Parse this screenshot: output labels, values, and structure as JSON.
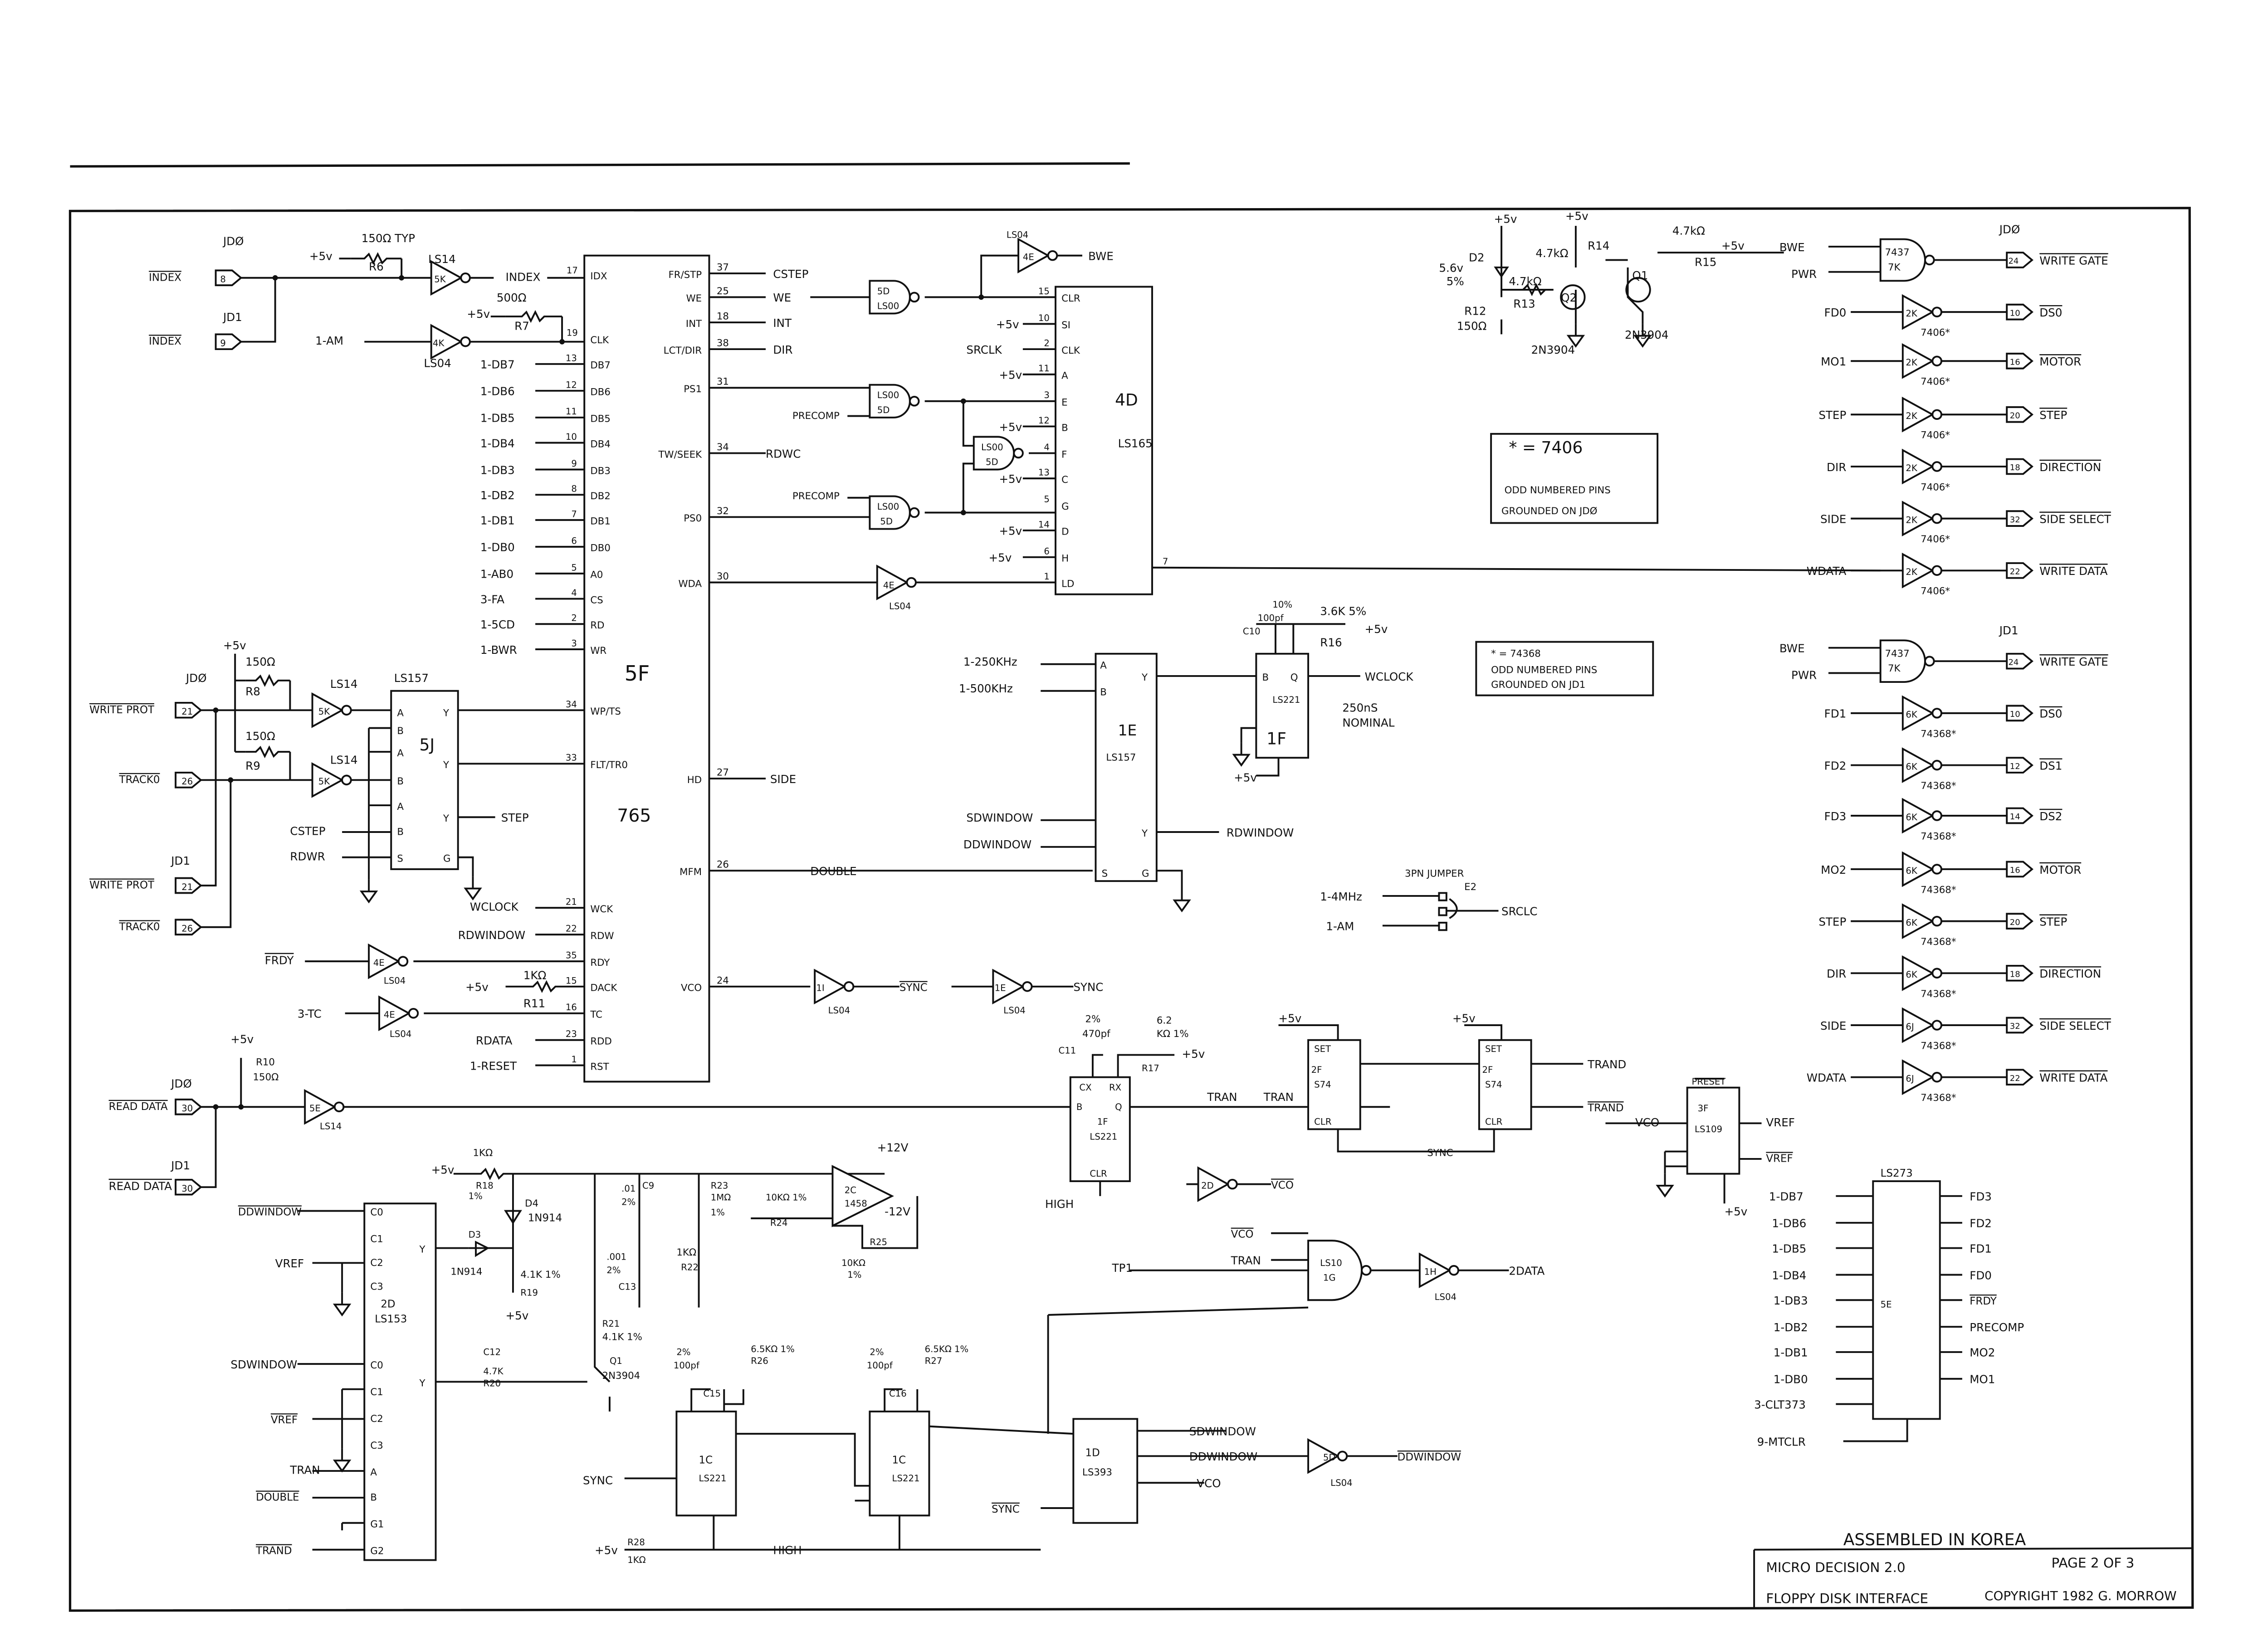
{
  "title_block": {
    "assembled": "ASSEMBLED IN KOREA",
    "product": "MICRO DECISION 2.0",
    "page": "PAGE 2 OF 3",
    "subtitle": "FLOPPY DISK INTERFACE",
    "copyright": "COPYRIGHT 1982 G. MORROW"
  },
  "labels": {
    "index_section": [
      "JDØ",
      "INDEX",
      "8",
      "JD1",
      "INDEX",
      "9",
      "+5v",
      "150Ω TYP",
      "R6",
      "LS14",
      "5K",
      "INDEX",
      "17",
      "1-AM",
      "4K",
      "LS04",
      "+5v",
      "500Ω",
      "R7",
      "19"
    ],
    "cpu_signals": [
      "1-DB7",
      "1-DB6",
      "1-DB5",
      "1-DB4",
      "1-DB3",
      "1-DB2",
      "1-DB1",
      "1-DB0",
      "1-AB0",
      "3-FA",
      "1-5CD",
      "1-BWR"
    ],
    "cpu_pins": [
      "13",
      "12",
      "11",
      "10",
      "9",
      "8",
      "7",
      "6",
      "5",
      "4",
      "2",
      "3"
    ],
    "fdc_pin_names_left": [
      "IDX",
      "CLK",
      "DB7",
      "DB6",
      "DB5",
      "DB4",
      "DB3",
      "DB2",
      "DB1",
      "DB0",
      "A0",
      "CS",
      "RD",
      "WR",
      "WP/TS",
      "FLT/TR0",
      "WCK",
      "RDW",
      "RDY",
      "DACK",
      "TC",
      "RDD",
      "RST"
    ],
    "fdc_pin_names_right": [
      "FR/STP",
      "WE",
      "INT",
      "LCT/DIR",
      "PS1",
      "TW/SEEK",
      "PS0",
      "WDA",
      "HD",
      "MFM",
      "VCO"
    ],
    "fdc_pins_right": [
      "37",
      "25",
      "18",
      "38",
      "31",
      "34",
      "32",
      "30",
      "27",
      "26",
      "24"
    ],
    "fdc_right_signals": [
      "CSTEP",
      "WE",
      "INT",
      "DIR",
      "RDWC",
      "SIDE",
      "DOUBLE"
    ],
    "fdc_lower_pins": [
      "34",
      "33",
      "21",
      "22",
      "35",
      "15",
      "16",
      "23",
      "1"
    ],
    "fdc_lower_signals": [
      "WCLOCK",
      "RDWINDOW",
      "FRDY",
      "+5v",
      "1KΩ",
      "R11",
      "3-TC",
      "RDATA",
      "1-RESET",
      "4E",
      "LS04",
      "4E",
      "LS04"
    ],
    "fdc_chip": [
      "5F",
      "765"
    ],
    "write_prot_section": [
      "+5v",
      "150Ω",
      "R8",
      "150Ω",
      "R9",
      "JDØ",
      "WRITE PROT",
      "21",
      "LS14",
      "5K",
      "TRACK0",
      "26",
      "LS14",
      "5K",
      "JD1",
      "WRITE PROT",
      "21",
      "TRACK0",
      "26",
      "LS157",
      "5J",
      "CSTEP",
      "RDWR",
      "STEP"
    ],
    "mux_5j_pins": [
      "A",
      "B",
      "A",
      "B",
      "A",
      "B",
      "S",
      "Y",
      "Y",
      "Y",
      "G"
    ],
    "shift_4d_pins": [
      "CLR",
      "SI",
      "CLK",
      "A",
      "E",
      "B",
      "F",
      "C",
      "G",
      "D",
      "H",
      "LD"
    ],
    "shift_4d_pin_numbers": [
      "15",
      "10",
      "2",
      "11",
      "3",
      "12",
      "4",
      "13",
      "5",
      "14",
      "6",
      "1"
    ],
    "shift_4d_inputs": [
      "+5v",
      "SRCLK",
      "+5v",
      "+5v",
      "+5v",
      "+5v",
      "+5v"
    ],
    "shift_4d_chip": [
      "4D",
      "LS165",
      "7"
    ],
    "precomp_gates": [
      "5D",
      "LS00",
      "LS04",
      "4E",
      "BWE",
      "LS00",
      "5D",
      "PRECOMP",
      "LS00",
      "5D",
      "PRECOMP",
      "LS00",
      "5D",
      "4E",
      "LS04"
    ],
    "clock_section": [
      "1-250KHz",
      "1-500KHz",
      "A",
      "B",
      "Y",
      "1E",
      "LS157",
      "SDWINDOW",
      "DDWINDOW",
      "Y",
      "S",
      "G",
      "RDWINDOW",
      "10%",
      "100pf",
      "C10",
      "3.6K 5%",
      "R16",
      "+5v",
      "B",
      "Q",
      "LS221",
      "1F",
      "WCLOCK",
      "250nS",
      "NOMINAL",
      "+5v"
    ],
    "jumper": [
      "3PN JUMPER",
      "E2",
      "1-4MHz",
      "1-AM",
      "SRCLC"
    ],
    "notes": [
      "* = 7406",
      "ODD NUMBERED PINS",
      "GROUNDED ON JDØ",
      "* = 74368",
      "ODD NUMBERED PINS",
      "GROUNDED ON JD1"
    ],
    "transistor_section": [
      "+5v",
      "D2",
      "5.6v",
      "5%",
      "R12",
      "150Ω",
      "4.7kΩ",
      "R13",
      "Q2",
      "2N3904",
      "+5v",
      "4.7kΩ",
      "R14",
      "Q1",
      "2N3904",
      "4.7kΩ",
      "+5v",
      "R15"
    ],
    "read_data": [
      "+5v",
      "R10",
      "150Ω",
      "JDØ",
      "READ DATA",
      "30",
      "5E",
      "LS14",
      "JD1",
      "READ DATA",
      "30"
    ],
    "one_shot_1f": [
      "2%",
      "470pf",
      "C11",
      "6.2",
      "KΩ 1%",
      "R17",
      "+5v",
      "CX",
      "RX",
      "B",
      "Q",
      "1F",
      "LS221",
      "CLR",
      "TRAN",
      "HIGH"
    ],
    "flipflops": [
      "+5v",
      "SET",
      "2F",
      "S74",
      "CLR",
      "TRAN",
      "+5v",
      "SET",
      "2F",
      "S74",
      "CLR",
      "TRAND",
      "TRAND",
      "SYNC",
      "VCO",
      "PRESET",
      "3F",
      "LS109",
      "VREF",
      "VREF",
      "+5v"
    ],
    "vco_chain": [
      "1I",
      "LS04",
      "SYNC",
      "1E",
      "LS04",
      "SYNC"
    ],
    "data_gate": [
      "2D",
      "VCO",
      "VCO",
      "TRAN",
      "TP1",
      "LS10",
      "1G",
      "1H",
      "LS04",
      "2DATA"
    ],
    "selector_2d": [
      "DDWINDOW",
      "VREF",
      "SDWINDOW",
      "VREF",
      "TRAN",
      "DOUBLE",
      "TRAND",
      "C0",
      "C1",
      "C2",
      "C3",
      "2D",
      "LS153",
      "C0",
      "C1",
      "C2",
      "C3",
      "A",
      "B",
      "G1",
      "G2",
      "Y",
      "Y"
    ],
    "analog": [
      "+5v",
      "1KΩ",
      "R18",
      "1%",
      "D4",
      "1N914",
      "D3",
      "1N914",
      "4.1K 1%",
      "R19",
      "+5v",
      "R21",
      "4.1K 1%",
      "Q1",
      "2N3904",
      "C12",
      "4.7K",
      "R20",
      ".01",
      "2%",
      "C9",
      "R23",
      "1MΩ",
      "1%",
      ".001",
      "2%",
      "C13",
      "1KΩ",
      "R22",
      "10KΩ 1%",
      "R24",
      "2C",
      "1458",
      "+12V",
      "-12V",
      "R25",
      "10KΩ",
      "1%"
    ],
    "counter_section": [
      "2%",
      "100pf",
      "C15",
      "6.5KΩ 1%",
      "R26",
      "2%",
      "100pf",
      "C16",
      "6.5KΩ 1%",
      "R27",
      "1C",
      "LS221",
      "1C",
      "LS221",
      "SYNC",
      "+5v",
      "R28",
      "1KΩ",
      "HIGH",
      "LS393",
      "1D",
      "SDWINDOW",
      "DDWINDOW",
      "VCO",
      "SYNC",
      "5D",
      "LS04",
      "DDWINDOW"
    ],
    "latch_5e": [
      "1-DB7",
      "1-DB6",
      "1-DB5",
      "1-DB4",
      "1-DB3",
      "1-DB2",
      "1-DB1",
      "1-DB0",
      "3-CLT373",
      "9-MTCLR",
      "FD3",
      "FD2",
      "FD1",
      "FD0",
      "FRDY",
      "PRECOMP",
      "MO2",
      "MO1",
      "LS273",
      "5E"
    ]
  },
  "jd0_drivers": {
    "header": "JDØ",
    "nand": {
      "in1": "BWE",
      "in2": "PWR",
      "part": "7437",
      "ref": "7K",
      "pin": "24",
      "output": "WRITE GATE"
    },
    "rows": [
      {
        "input": "FD0",
        "gate": "2K",
        "part": "7406*",
        "pin": "10",
        "output": "DS0"
      },
      {
        "input": "MO1",
        "gate": "2K",
        "part": "7406*",
        "pin": "16",
        "output": "MOTOR"
      },
      {
        "input": "STEP",
        "gate": "2K",
        "part": "7406*",
        "pin": "20",
        "output": "STEP"
      },
      {
        "input": "DIR",
        "gate": "2K",
        "part": "7406*",
        "pin": "18",
        "output": "DIRECTION"
      },
      {
        "input": "SIDE",
        "gate": "2K",
        "part": "7406*",
        "pin": "32",
        "output": "SIDE SELECT"
      },
      {
        "input": "WDATA",
        "gate": "2K",
        "part": "7406*",
        "pin": "22",
        "output": "WRITE DATA"
      }
    ]
  },
  "jd1_drivers": {
    "header": "JD1",
    "nand": {
      "in1": "BWE",
      "in2": "PWR",
      "part": "7437",
      "ref": "7K",
      "pin": "24",
      "output": "WRITE GATE"
    },
    "rows": [
      {
        "input": "FD1",
        "gate": "6K",
        "part": "74368*",
        "pin": "10",
        "output": "DS0"
      },
      {
        "input": "FD2",
        "gate": "6K",
        "part": "74368*",
        "pin": "12",
        "output": "DS1"
      },
      {
        "input": "FD3",
        "gate": "6K",
        "part": "74368*",
        "pin": "14",
        "output": "DS2"
      },
      {
        "input": "MO2",
        "gate": "6K",
        "part": "74368*",
        "pin": "16",
        "output": "MOTOR"
      },
      {
        "input": "STEP",
        "gate": "6K",
        "part": "74368*",
        "pin": "20",
        "output": "STEP"
      },
      {
        "input": "DIR",
        "gate": "6K",
        "part": "74368*",
        "pin": "18",
        "output": "DIRECTION"
      },
      {
        "input": "SIDE",
        "gate": "6J",
        "part": "74368*",
        "pin": "32",
        "output": "SIDE SELECT"
      },
      {
        "input": "WDATA",
        "gate": "6J",
        "part": "74368*",
        "pin": "22",
        "output": "WRITE DATA"
      }
    ]
  }
}
